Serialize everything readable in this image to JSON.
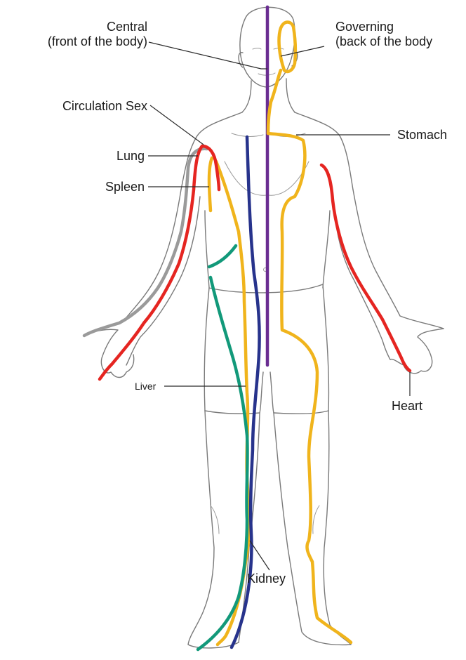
{
  "labels": {
    "central": [
      "Central",
      "(front of the body)"
    ],
    "governing": [
      "Governing",
      "(back of the body"
    ],
    "circulation_sex": "Circulation Sex",
    "lung": "Lung",
    "spleen": "Spleen",
    "stomach": "Stomach",
    "liver": "Liver",
    "heart": "Heart",
    "kidney": "Kidney"
  },
  "colors": {
    "central": "#6a2d91",
    "governing": "#f0b41c",
    "stomach": "#f0b41c",
    "spleen": "#f0b41c",
    "lung": "#9a9a9a",
    "circulation_sex": "#e52521",
    "heart": "#e52521",
    "liver": "#12997a",
    "kidney": "#27338c",
    "leader": "#2b2b2b"
  }
}
